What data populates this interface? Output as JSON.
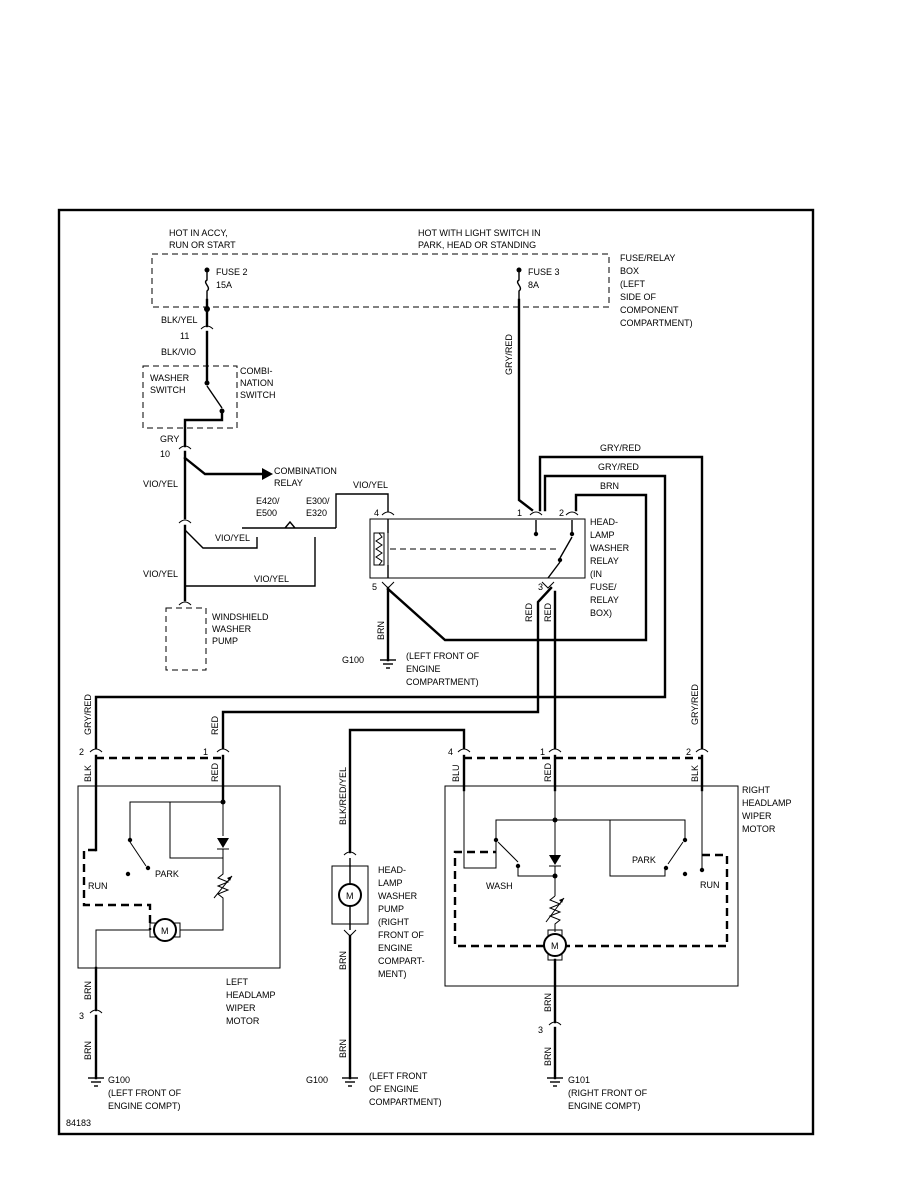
{
  "diagram": {
    "figure_number": "84183",
    "power": {
      "accy_line1": "HOT IN ACCY,",
      "accy_line2": "RUN OR START",
      "light_line1": "HOT WITH LIGHT SWITCH IN",
      "light_line2": "PARK, HEAD OR STANDING"
    },
    "fuse_box": {
      "lines": [
        "FUSE/RELAY",
        "BOX",
        "(LEFT",
        "SIDE OF",
        "COMPONENT",
        "COMPARTMENT)"
      ],
      "fuse2_name": "FUSE 2",
      "fuse2_rating": "15A",
      "fuse3_name": "FUSE 3",
      "fuse3_rating": "8A"
    },
    "combination_switch": {
      "washer_lines": [
        "WASHER",
        "SWITCH"
      ],
      "combo_lines": [
        "COMBI-",
        "NATION",
        "SWITCH"
      ],
      "connector_in": "11",
      "connector_out": "10"
    },
    "combination_relay": {
      "lines": [
        "COMBINATION",
        "RELAY"
      ]
    },
    "variants": {
      "a_lines": [
        "E420/",
        "E500"
      ],
      "b_lines": [
        "E300/",
        "E320"
      ]
    },
    "windshield_pump": {
      "lines": [
        "WINDSHIELD",
        "WASHER",
        "PUMP"
      ]
    },
    "washer_relay": {
      "lines": [
        "HEAD-",
        "LAMP",
        "WASHER",
        "RELAY",
        "(IN",
        "FUSE/",
        "RELAY",
        "BOX)"
      ],
      "pins": [
        "4",
        "1",
        "2",
        "5",
        "3"
      ]
    },
    "grounds": {
      "g100_top_name": "G100",
      "g100_top_lines": [
        "(LEFT FRONT OF",
        "ENGINE",
        "COMPARTMENT)"
      ],
      "g100_left_name": "G100",
      "g100_left_lines": [
        "(LEFT FRONT OF",
        "ENGINE COMPT)"
      ],
      "g100_mid_name": "G100",
      "g100_mid_lines": [
        "(LEFT FRONT",
        "OF ENGINE",
        "COMPARTMENT)"
      ],
      "g101_name": "G101",
      "g101_lines": [
        "(RIGHT FRONT OF",
        "ENGINE COMPT)"
      ]
    },
    "left_motor": {
      "lines": [
        "LEFT",
        "HEADLAMP",
        "WIPER",
        "MOTOR"
      ],
      "run": "RUN",
      "park": "PARK",
      "pins": [
        "2",
        "1"
      ],
      "ground_pin": "3"
    },
    "right_motor": {
      "lines": [
        "RIGHT",
        "HEADLAMP",
        "WIPER",
        "MOTOR"
      ],
      "wash": "WASH",
      "park": "PARK",
      "run": "RUN",
      "pins": [
        "4",
        "1",
        "2"
      ],
      "ground_pin": "3"
    },
    "washer_pump": {
      "lines": [
        "HEAD-",
        "LAMP",
        "WASHER",
        "PUMP",
        "(RIGHT",
        "FRONT OF",
        "ENGINE",
        "COMPART-",
        "MENT)"
      ]
    },
    "motor_symbol": "M",
    "wire_labels": {
      "blk_yel": "BLK/YEL",
      "blk_vio": "BLK/VIO",
      "gry": "GRY",
      "vio_yel": "VIO/YEL",
      "gry_red": "GRY/RED",
      "brn": "BRN",
      "red": "RED",
      "blk": "BLK",
      "blu": "BLU",
      "bk_red_yel": "BLK/RED/YEL"
    }
  }
}
